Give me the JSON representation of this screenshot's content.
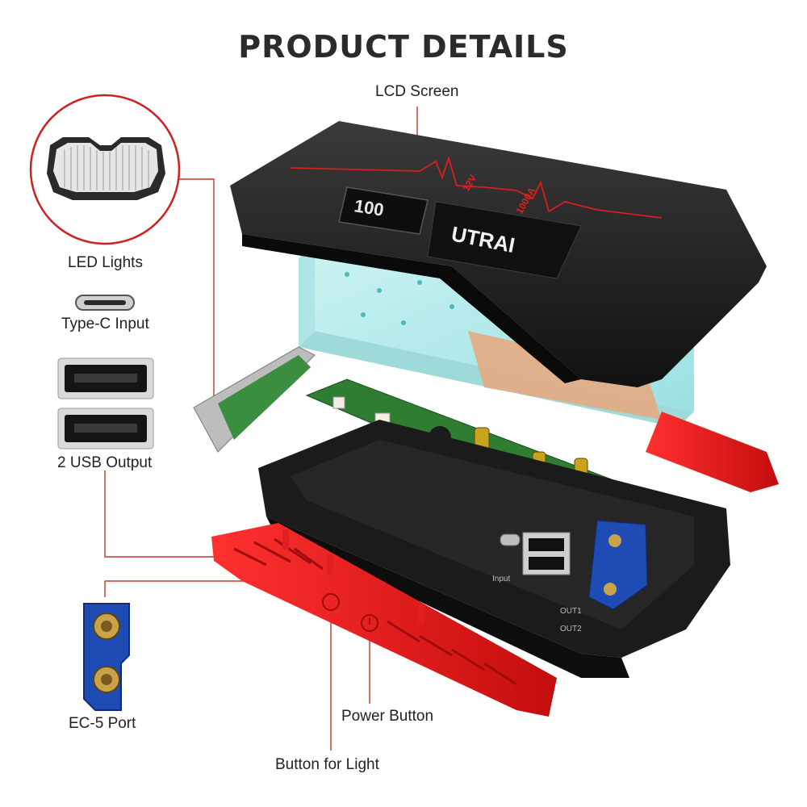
{
  "heading": "PRODUCT DETAILS",
  "labels": {
    "lcd_screen": "LCD Screen",
    "led_lights": "LED Lights",
    "type_c_input": "Type-C Input",
    "usb_output": "2 USB Output",
    "ec5_port": "EC-5 Port",
    "power_button": "Power Button",
    "button_for_light": "Button for Light"
  },
  "device": {
    "brand": "UTRAI",
    "lcd_reading": "100",
    "voltage": "12V",
    "current": "1000A",
    "port_labels": [
      "Input",
      "OUT1",
      "OUT2"
    ]
  },
  "colors": {
    "accent_red": "#e02020",
    "callout_line": "#c0392b",
    "connector_blue": "#1f4bb5",
    "pcb_green": "#2e7d32",
    "shell": "#1c1c1c"
  }
}
